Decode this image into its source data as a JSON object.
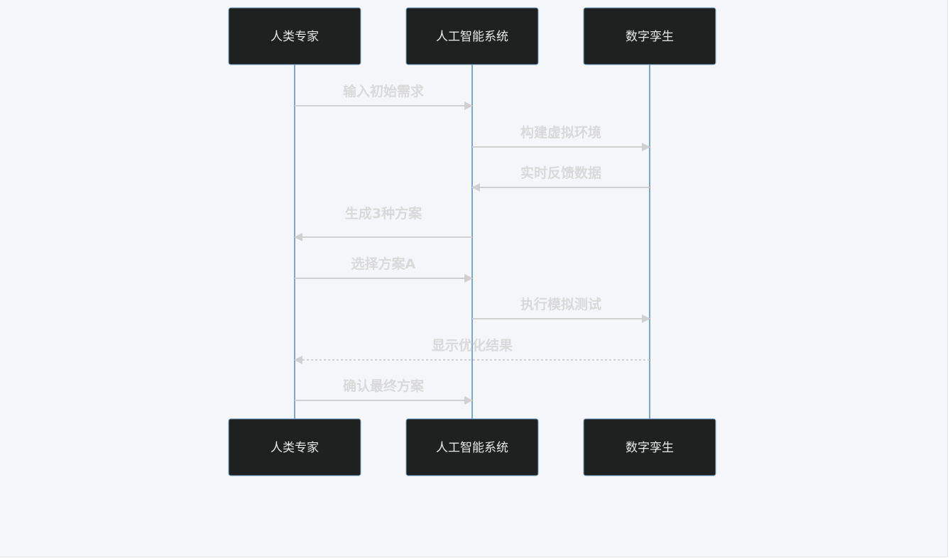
{
  "diagram": {
    "type": "sequence",
    "actors": [
      {
        "id": "expert",
        "label": "人类专家"
      },
      {
        "id": "ai",
        "label": "人工智能系统"
      },
      {
        "id": "twin",
        "label": "数字孪生"
      }
    ],
    "messages": [
      {
        "from": "expert",
        "to": "ai",
        "label": "输入初始需求",
        "style": "solid"
      },
      {
        "from": "ai",
        "to": "twin",
        "label": "构建虚拟环境",
        "style": "solid"
      },
      {
        "from": "twin",
        "to": "ai",
        "label": "实时反馈数据",
        "style": "solid"
      },
      {
        "from": "ai",
        "to": "expert",
        "label": "生成3种方案",
        "style": "solid"
      },
      {
        "from": "expert",
        "to": "ai",
        "label": "选择方案A",
        "style": "solid"
      },
      {
        "from": "ai",
        "to": "twin",
        "label": "执行模拟测试",
        "style": "solid"
      },
      {
        "from": "twin",
        "to": "expert",
        "label": "显示优化结果",
        "style": "dashed"
      },
      {
        "from": "expert",
        "to": "ai",
        "label": "确认最终方案",
        "style": "solid"
      }
    ]
  },
  "colors": {
    "background": "#f4f6f9",
    "actor_fill": "#1f2020",
    "actor_border": "#7aa6d0",
    "lifeline": "#7aa6d0",
    "arrow": "#d0d0d0",
    "message_text": "#d9d9d9",
    "actor_text": "#e8e8e8"
  }
}
